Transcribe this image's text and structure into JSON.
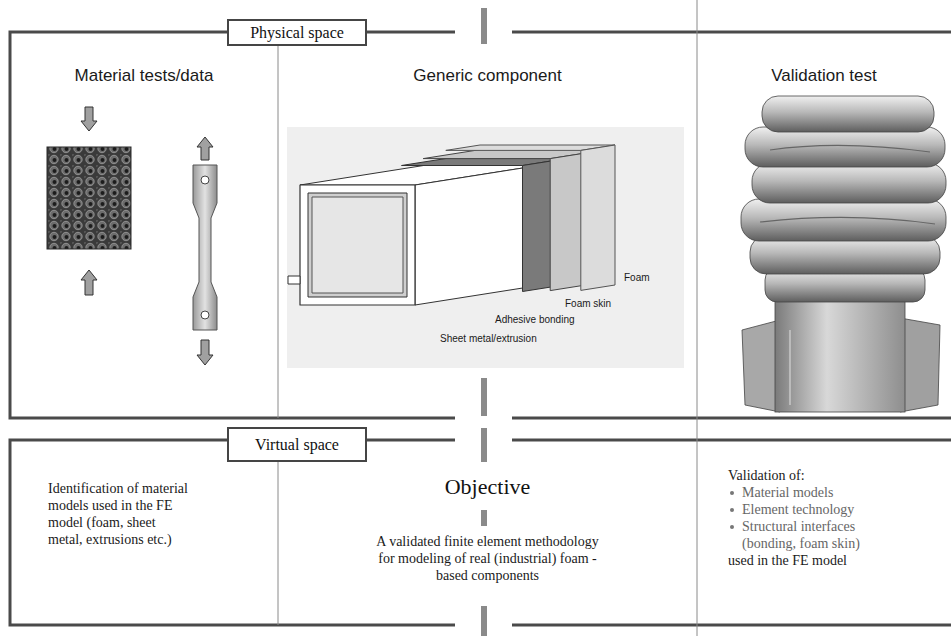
{
  "diagram": {
    "nodes": [
      {
        "text": [
          "Physical space"
        ]
      },
      {
        "text": [
          "Material tests/data"
        ],
        "in": 0
      },
      {
        "text": [
          "Generic component"
        ],
        "in": 0
      },
      {
        "text": [
          "Validation test"
        ],
        "in": 0
      },
      {
        "text": [
          "Virtual space"
        ]
      },
      {
        "text": [
          "Identification of material models used in the FE model (foam, sheet metal, extrusions etc.)"
        ],
        "in": 4
      },
      {
        "text": [
          "Objective",
          "A validated finite element methodology for modeling of real (industrial) foam -based components"
        ],
        "in": 4
      },
      {
        "text": [
          "Validation of:",
          "Material models",
          "Element technology",
          "Structural interfaces (bonding, foam skin)",
          "used in the FE model"
        ],
        "in": 4
      }
    ],
    "labels": [
      "Foam",
      "Foam skin",
      "Adhesive bonding",
      "Sheet metal/extrusion"
    ]
  }
}
